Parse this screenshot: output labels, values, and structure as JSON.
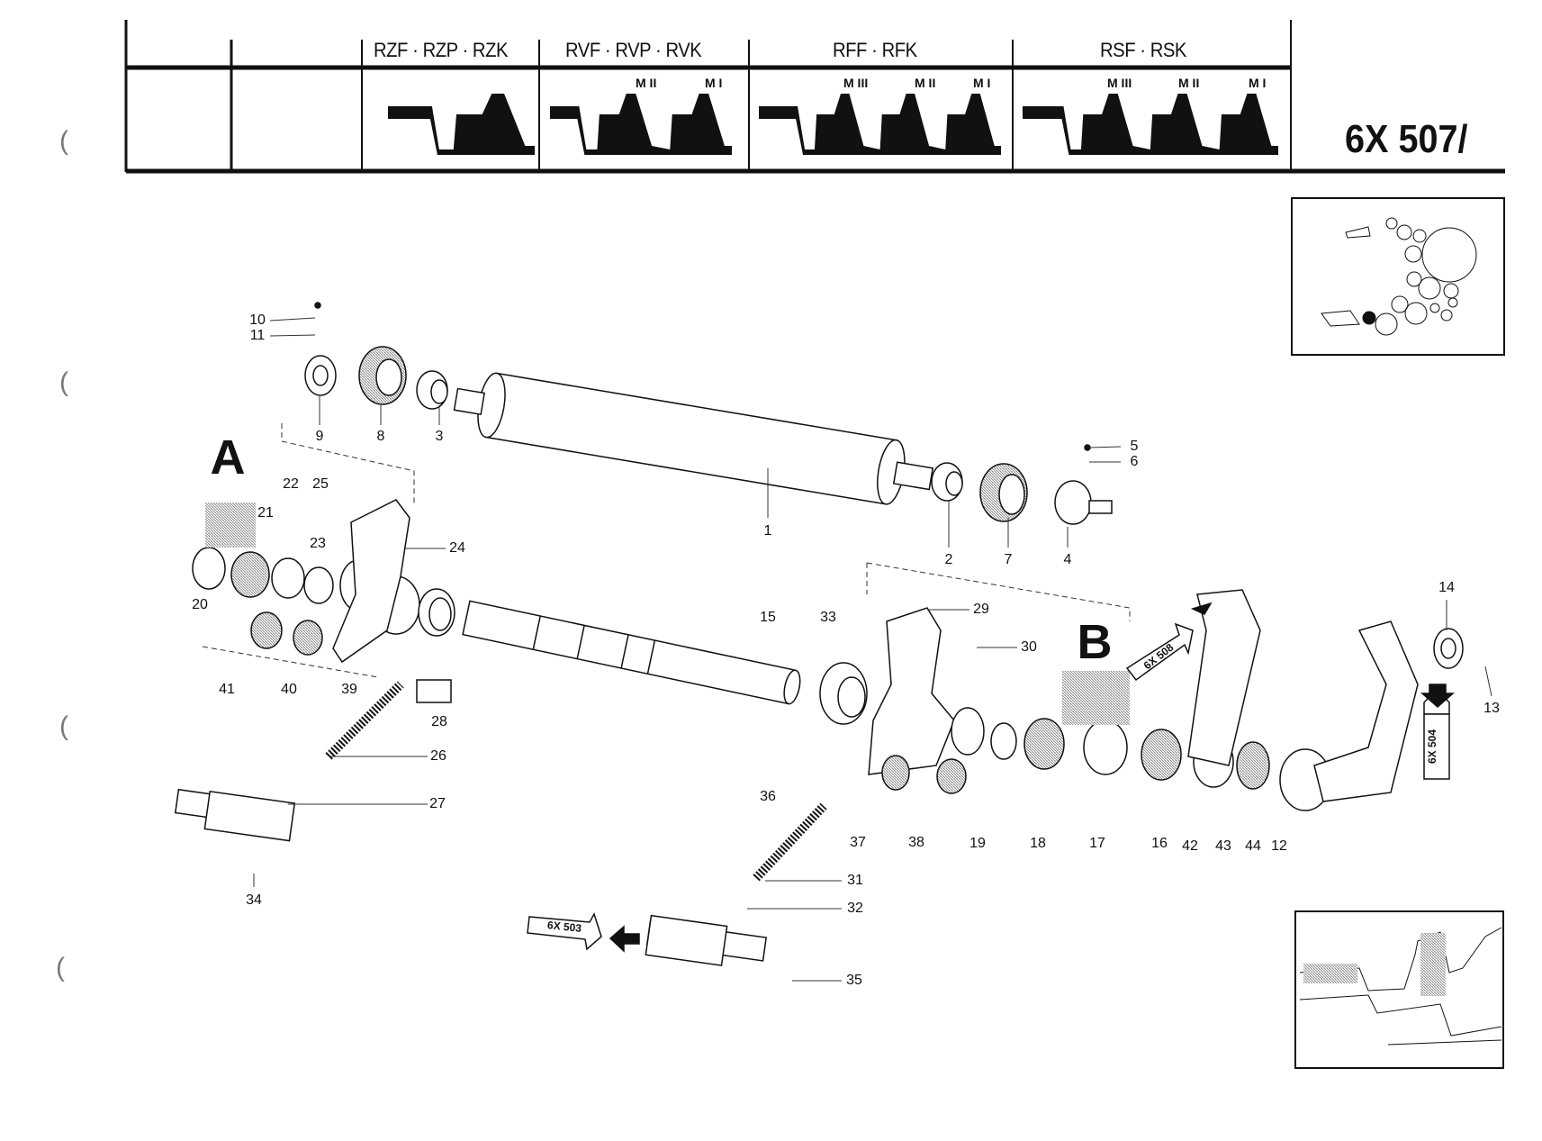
{
  "header": {
    "columns": [
      "RZF · RZP · RZK",
      "RVF · RVP · RVK",
      "RFF · RFK",
      "RSF · RSK"
    ],
    "rvf_sub": [
      "M II",
      "M I"
    ],
    "rff_sub": [
      "M III",
      "M II",
      "M I"
    ],
    "rsf_sub": [
      "M III",
      "M II",
      "M I"
    ],
    "page_code": "6X 507/"
  },
  "section_labels": {
    "a": "A",
    "b": "B"
  },
  "cross_refs": {
    "r503": "6X 503",
    "r508": "6X 508",
    "r504": "6X 504"
  },
  "callouts": {
    "p1": "1",
    "p2": "2",
    "p3": "3",
    "p4": "4",
    "p5": "5",
    "p6": "6",
    "p7": "7",
    "p8": "8",
    "p9": "9",
    "p10": "10",
    "p11": "11",
    "p12": "12",
    "p13": "13",
    "p14": "14",
    "p15": "15",
    "p16": "16",
    "p17": "17",
    "p18": "18",
    "p19": "19",
    "p20": "20",
    "p21": "21",
    "p22": "22",
    "p23": "23",
    "p24": "24",
    "p25": "25",
    "p26": "26",
    "p27": "27",
    "p28": "28",
    "p29": "29",
    "p30": "30",
    "p31": "31",
    "p32": "32",
    "p33": "33",
    "p34": "34",
    "p35": "35",
    "p36": "36",
    "p37": "37",
    "p38": "38",
    "p39": "39",
    "p40": "40",
    "p41": "41",
    "p42": "42",
    "p43": "43",
    "p44": "44"
  },
  "colors": {
    "ink": "#111111",
    "paper": "#ffffff",
    "hatch": "#9a9a9a"
  }
}
